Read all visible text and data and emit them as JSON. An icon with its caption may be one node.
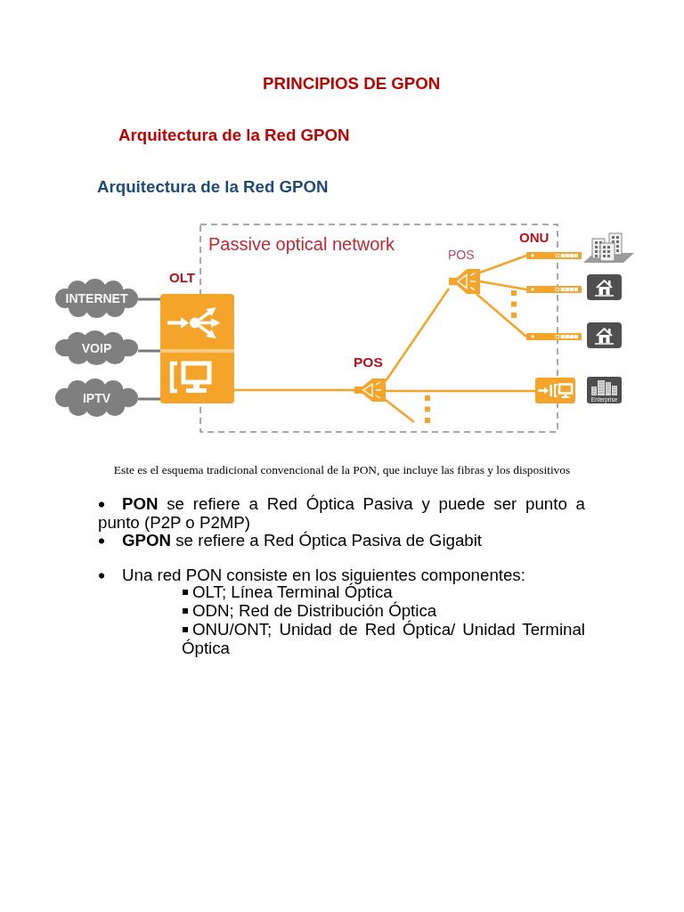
{
  "diagram": {
    "title": "PRINCIPIOS DE GPON",
    "caption": "Este es el esquema tradicional convencional de la PON, que incluye las fibras y los dispositivos",
    "nodes": [
      {
        "text": [
          "Passive optical network"
        ]
      },
      {
        "text": [
          "INTERNET"
        ]
      },
      {
        "text": [
          "VOIP"
        ]
      },
      {
        "text": [
          "IPTV"
        ]
      },
      {
        "text": [
          "OLT"
        ]
      },
      {
        "text": [
          "POS"
        ],
        "in": 0
      },
      {
        "text": [
          "POS"
        ],
        "in": 0
      },
      {
        "text": [],
        "shape": "bar"
      },
      {
        "text": [],
        "shape": "bar"
      },
      {
        "text": [],
        "shape": "bar"
      },
      {
        "text": [],
        "shape": "box"
      },
      {
        "text": [
          "Enterprise"
        ]
      }
    ],
    "edges": [
      {
        "from": 1,
        "to": 4,
        "arrow": "none",
        "color": "#7a7a7a"
      },
      {
        "from": 2,
        "to": 4,
        "arrow": "none",
        "color": "#7a7a7a"
      },
      {
        "from": 3,
        "to": 4,
        "arrow": "none",
        "color": "#7a7a7a"
      },
      {
        "from": 4,
        "to": 5,
        "arrow": "none"
      },
      {
        "from": 5,
        "to": 6,
        "arrow": "none"
      },
      {
        "from": 5,
        "to": 10,
        "arrow": "none"
      },
      {
        "from": 5,
        "to": null,
        "arrow": "none"
      },
      {
        "from": 6,
        "to": 7,
        "arrow": "none"
      },
      {
        "from": 6,
        "to": 8,
        "arrow": "none"
      },
      {
        "from": 6,
        "to": 9,
        "arrow": "none"
      }
    ],
    "labels": [
      "Arquitectura de la Red GPON",
      "Arquitectura de la Red GPON",
      "ONU",
      "**PON** se refiere a Red Óptica Pasiva y puede ser punto a punto (P2P o P2MP)",
      "**GPON** se refiere a Red Óptica Pasiva de Gigabit",
      "Una red PON consiste en los siguientes componentes:",
      "OLT; Línea Terminal Óptica",
      "ODN; Red de Distribución Óptica",
      "ONU/ONT; Unidad de Red Óptica/ Unidad Terminal Óptica"
    ]
  }
}
